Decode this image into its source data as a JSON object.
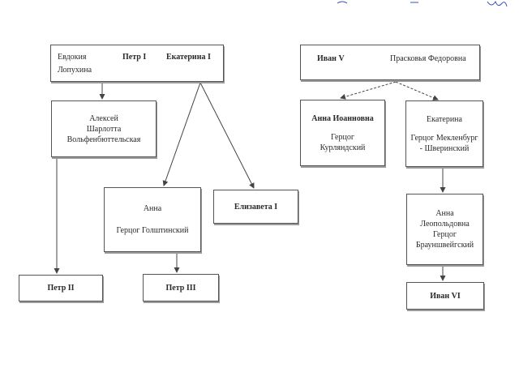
{
  "boxes": {
    "peter_group": {
      "left": "Евдокия",
      "left2": "Лопухина",
      "mid": "Петр I",
      "right": "Екатерина I"
    },
    "ivan_group": {
      "left": "Иван V",
      "right": "Прасковья Федоровна"
    },
    "aleksei": {
      "l1": "Алексей",
      "l2": "Шарлотта",
      "l3": "Вольфенбюттельская"
    },
    "anna_ivanovna": {
      "l1": "Анна Иоанновна",
      "l2": "Герцог",
      "l3": "Курляндский"
    },
    "ekaterina": {
      "l1": "Екатерина",
      "l2": "Герцог Мекленбург",
      "l3": "- Шверинский"
    },
    "anna_holstein": {
      "l1": "Анна",
      "l2": "Герцог Голштинский"
    },
    "elizaveta": {
      "l1": "Елизавета I"
    },
    "anna_leopoldovna": {
      "l1": "Анна",
      "l2": "Леопольдовна",
      "l3": "Герцог",
      "l4": "Брауншвейгский"
    },
    "peter2": {
      "l1": "Петр II"
    },
    "peter3": {
      "l1": "Петр III"
    },
    "ivan6": {
      "l1": "Иван VI"
    }
  },
  "colors": {
    "line": "#444444",
    "scribble": "#3a4fb8"
  }
}
